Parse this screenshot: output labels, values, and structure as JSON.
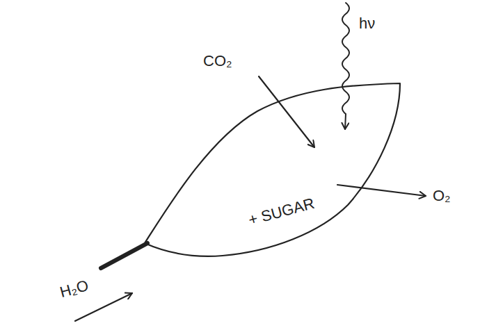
{
  "diagram": {
    "nodes": [
      {
        "text": [
          "+ SUGAR"
        ]
      }
    ],
    "labels": [
      "CO₂",
      "hν",
      "O₂",
      "H₂O"
    ]
  }
}
